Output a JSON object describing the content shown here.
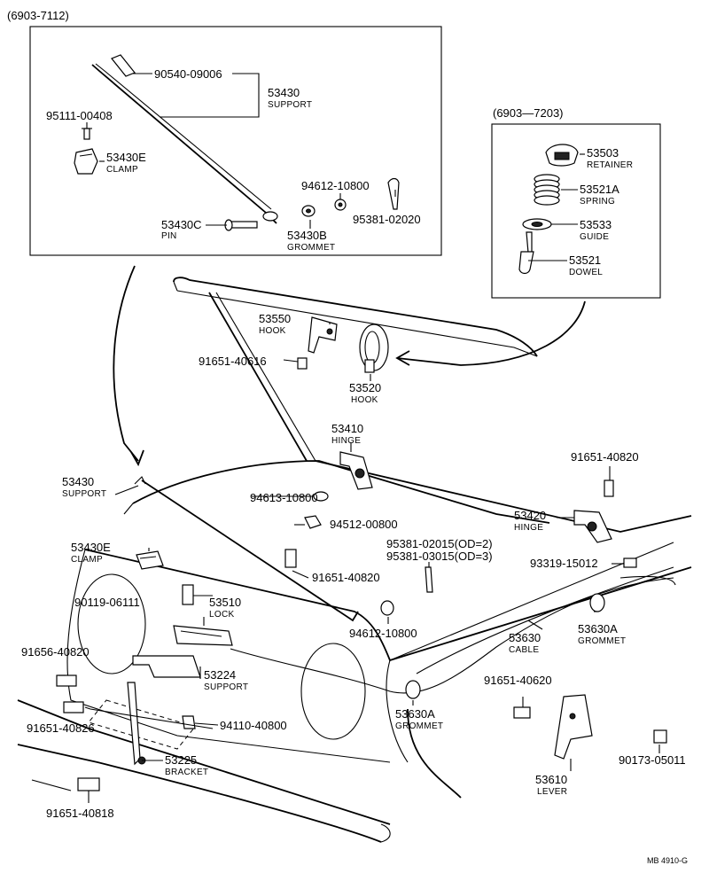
{
  "header_left": "(6903-7112)",
  "header_right": "(6903—7203)",
  "footer_code": "MB 4910-G",
  "parts": {
    "p90540": {
      "num": "90540-09006"
    },
    "p53430_top": {
      "num": "53430",
      "name": "SUPPORT"
    },
    "p95111": {
      "num": "95111-00408"
    },
    "p53430E_top": {
      "num": "53430E",
      "name": "CLAMP"
    },
    "p94612_top": {
      "num": "94612-10800"
    },
    "p95381_02020": {
      "num": "95381-02020"
    },
    "p53430C": {
      "num": "53430C",
      "name": "PIN"
    },
    "p53430B": {
      "num": "53430B",
      "name": "GROMMET"
    },
    "p53503": {
      "num": "53503",
      "name": "RETAINER"
    },
    "p53521A": {
      "num": "53521A",
      "name": "SPRING"
    },
    "p53533": {
      "num": "53533",
      "name": "GUIDE"
    },
    "p53521": {
      "num": "53521",
      "name": "DOWEL"
    },
    "p53550": {
      "num": "53550",
      "name": "HOOK"
    },
    "p91651_40616": {
      "num": "91651-40616"
    },
    "p53520": {
      "num": "53520",
      "name": "HOOK"
    },
    "p53410": {
      "num": "53410",
      "name": "HINGE"
    },
    "p91651_40820_r": {
      "num": "91651-40820"
    },
    "p53430_main": {
      "num": "53430",
      "name": "SUPPORT"
    },
    "p94613": {
      "num": "94613-10800"
    },
    "p94512": {
      "num": "94512-00800"
    },
    "p53420": {
      "num": "53420",
      "name": "HINGE"
    },
    "p53430E_main": {
      "num": "53430E",
      "name": "CLAMP"
    },
    "p95381_02015": {
      "num": "95381-02015(OD=2)"
    },
    "p95381_03015": {
      "num": "95381-03015(OD=3)"
    },
    "p93319": {
      "num": "93319-15012"
    },
    "p91651_40820_c": {
      "num": "91651-40820"
    },
    "p90119": {
      "num": "90119-06111"
    },
    "p53510": {
      "num": "53510",
      "name": "LOCK"
    },
    "p94612_main": {
      "num": "94612-10800"
    },
    "p53630": {
      "num": "53630",
      "name": "CABLE"
    },
    "p53630A_r": {
      "num": "53630A",
      "name": "GROMMET"
    },
    "p91656": {
      "num": "91656-40820"
    },
    "p53224": {
      "num": "53224",
      "name": "SUPPORT"
    },
    "p91651_40826": {
      "num": "91651-40826"
    },
    "p94110": {
      "num": "94110-40800"
    },
    "p53630A_c": {
      "num": "53630A",
      "name": "GROMMET"
    },
    "p91651_40620": {
      "num": "91651-40620"
    },
    "p53225": {
      "num": "53225",
      "name": "BRACKET"
    },
    "p53610": {
      "num": "53610",
      "name": "LEVER"
    },
    "p90173": {
      "num": "90173-05011"
    },
    "p91651_40818": {
      "num": "91651-40818"
    }
  }
}
